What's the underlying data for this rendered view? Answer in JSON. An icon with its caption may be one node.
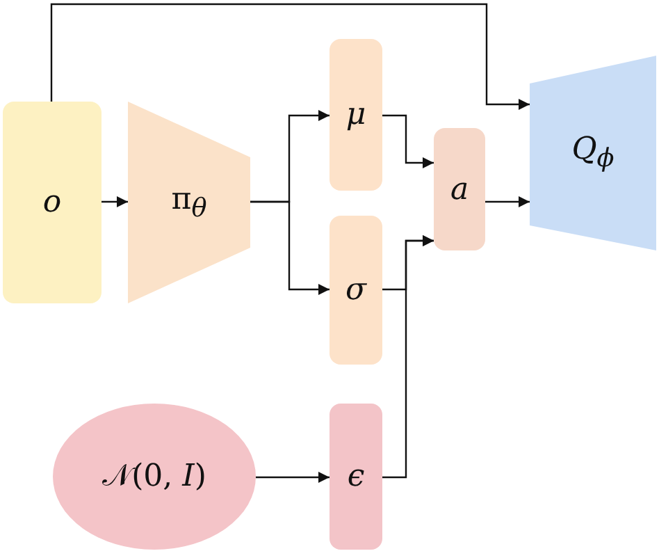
{
  "diagram": {
    "nodes": [
      {
        "text": [
          "o"
        ]
      },
      {
        "text": [
          "π$_{θ}$"
        ]
      },
      {
        "text": [
          "μ"
        ]
      },
      {
        "text": [
          "σ"
        ]
      },
      {
        "text": [
          "a"
        ]
      },
      {
        "text": [
          "Q$_{ϕ}$"
        ]
      },
      {
        "text": [
          "𝒩(0, *I*)"
        ]
      },
      {
        "text": [
          "ϵ"
        ]
      }
    ],
    "edges": [
      {
        "from": 0,
        "to": 1,
        "arrow": "to"
      },
      {
        "from": 1,
        "to": 2,
        "arrow": "to"
      },
      {
        "from": 1,
        "to": 3,
        "arrow": "to"
      },
      {
        "from": 0,
        "to": 5,
        "arrow": "to"
      },
      {
        "from": 2,
        "to": 4,
        "arrow": "to"
      },
      {
        "from": 3,
        "to": 4,
        "arrow": "to"
      },
      {
        "from": 6,
        "to": 7,
        "arrow": "to"
      },
      {
        "from": 7,
        "to": 4,
        "arrow": "to"
      },
      {
        "from": 4,
        "to": 5,
        "arrow": "to"
      }
    ]
  }
}
